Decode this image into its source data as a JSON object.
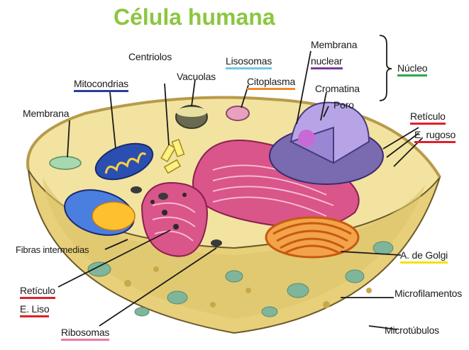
{
  "title": "Célula humana",
  "labels": {
    "centriolos": "Centriolos",
    "lisosomas": "Lisosomas",
    "membrana_nuclear_1": "Membrana",
    "membrana_nuclear_2": "nuclear",
    "nucleo": "Núcleo",
    "vacuolas": "Vacuolas",
    "mitocondrias": "Mitocondrias",
    "citoplasma": "Citoplasma",
    "cromatina": "Cromatina",
    "poro": "Poro",
    "membrana": "Membrana",
    "reticulo_rugoso_1": "Retículo",
    "reticulo_rugoso_2": "E. rugoso",
    "fibras": "Fibras intermedias",
    "golgi": "A. de Golgi",
    "reticulo_liso_1": "Retículo",
    "reticulo_liso_2": "E. Liso",
    "microfilamentos": "Microfilamentos",
    "ribosomas": "Ribosomas",
    "microtubulos": "Microtúbulos"
  },
  "colors": {
    "title": "#8cc63f",
    "underline_blue": "#2a3d9a",
    "underline_cyan": "#6fc8e8",
    "underline_purple": "#7a3a9a",
    "underline_green": "#2ea84a",
    "underline_orange": "#f08a2a",
    "underline_red": "#e0202a",
    "underline_yellow": "#f5e000",
    "underline_pink": "#e87aa0"
  }
}
